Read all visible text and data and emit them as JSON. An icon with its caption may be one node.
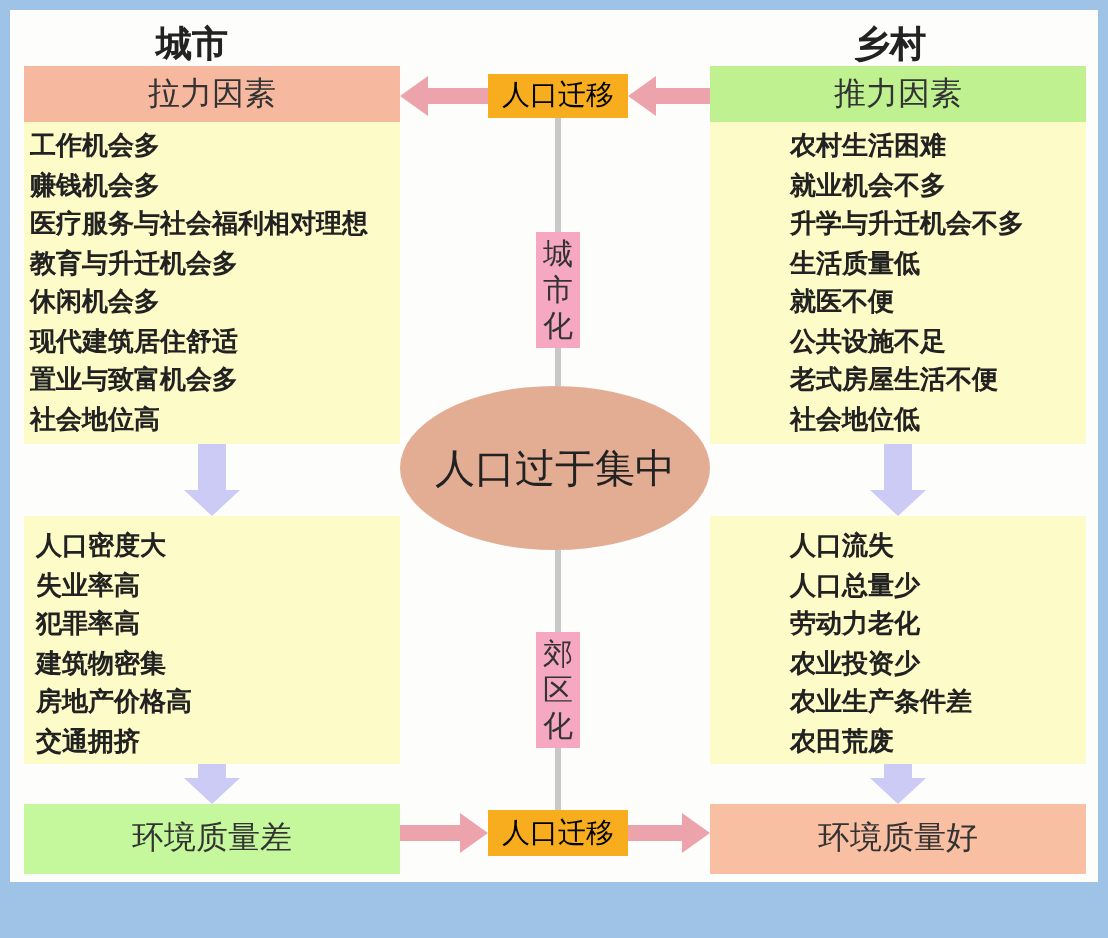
{
  "diagram": {
    "nodes": [
      {
        "text": [
          "拉力因素",
          "工作机会多",
          "赚钱机会多",
          "医疗服务与社会福利相对理想",
          "教育与升迁机会多",
          "休闲机会多",
          "现代建筑居住舒适",
          "置业与致富机会多",
          "社会地位高"
        ],
        "beside": [
          "城市"
        ]
      },
      {
        "text": [
          "人口迁移"
        ]
      },
      {
        "text": [
          "推力因素",
          "农村生活困难",
          "就业机会不多",
          "升学与升迁机会不多",
          "生活质量低",
          "就医不便",
          "公共设施不足",
          "老式房屋生活不便",
          "社会地位低"
        ],
        "beside": [
          "乡村"
        ]
      },
      {
        "text": [
          "城市化"
        ]
      },
      {
        "text": [
          "人口过于集中"
        ]
      },
      {
        "text": [
          "人口密度大",
          "失业率高",
          "犯罪率高",
          "建筑物密集",
          "房地产价格高",
          "交通拥挤"
        ]
      },
      {
        "text": [
          "人口流失",
          "人口总量少",
          "劳动力老化",
          "农业投资少",
          "农业生产条件差",
          "农田荒废"
        ]
      },
      {
        "text": [
          "郊区化"
        ]
      },
      {
        "text": [
          "环境质量差"
        ]
      },
      {
        "text": [
          "人口迁移"
        ]
      },
      {
        "text": [
          "环境质量好"
        ]
      }
    ],
    "edges": [
      {
        "from": 2,
        "to": 1,
        "arrow": "to",
        "color": "#eda3ab"
      },
      {
        "from": 1,
        "to": 0,
        "arrow": "to",
        "color": "#eda3ab"
      },
      {
        "from": 1,
        "to": 3,
        "arrow": "none",
        "color": "#c8c8c8"
      },
      {
        "from": 3,
        "to": 4,
        "arrow": "none",
        "color": "#c8c8c8"
      },
      {
        "from": 4,
        "to": 7,
        "arrow": "none",
        "color": "#c8c8c8"
      },
      {
        "from": 7,
        "to": 9,
        "arrow": "none",
        "color": "#c8c8c8"
      },
      {
        "from": 0,
        "to": 5,
        "arrow": "to",
        "color": "#cbcbf5"
      },
      {
        "from": 5,
        "to": 8,
        "arrow": "to",
        "color": "#cbcbf5"
      },
      {
        "from": 2,
        "to": 6,
        "arrow": "to",
        "color": "#cbcbf5"
      },
      {
        "from": 6,
        "to": 10,
        "arrow": "to",
        "color": "#cbcbf5"
      },
      {
        "from": 8,
        "to": 9,
        "arrow": "to",
        "color": "#eda3ab"
      },
      {
        "from": 9,
        "to": 10,
        "arrow": "to",
        "color": "#eda3ab"
      }
    ]
  }
}
